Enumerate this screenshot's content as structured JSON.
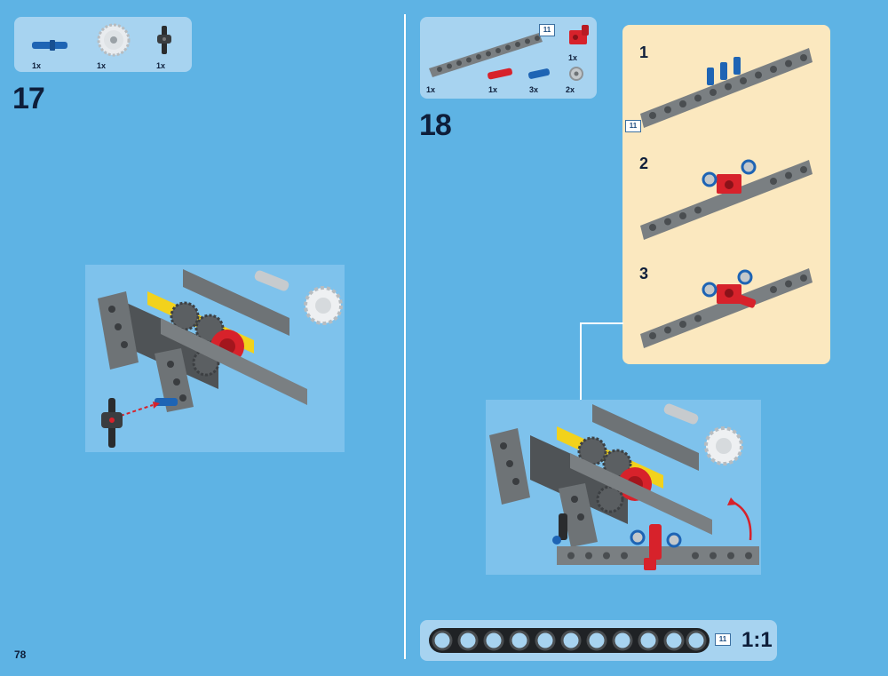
{
  "page": {
    "number": "78"
  },
  "step17": {
    "number": "17",
    "parts": [
      {
        "name": "blue axle pin",
        "qty": "1x",
        "icon": "blue-pin-icon"
      },
      {
        "name": "white gear",
        "qty": "1x",
        "icon": "white-gear-icon"
      },
      {
        "name": "black connector",
        "qty": "1x",
        "icon": "black-connector-icon"
      }
    ]
  },
  "step18": {
    "number": "18",
    "parts_badge": "11",
    "parts": [
      {
        "name": "grey beam",
        "qty": "1x",
        "icon": "grey-beam-icon"
      },
      {
        "name": "red axle pin",
        "qty": "1x",
        "icon": "red-pin-icon"
      },
      {
        "name": "blue pin",
        "qty": "3x",
        "icon": "blue-pin-icon"
      },
      {
        "name": "light bush",
        "qty": "2x",
        "icon": "bush-icon"
      },
      {
        "name": "red connector",
        "qty": "1x",
        "icon": "red-connector-icon"
      }
    ],
    "sub_panel": {
      "badge": "11",
      "steps": [
        "1",
        "2",
        "3"
      ]
    }
  },
  "scale": {
    "label": "1:1",
    "badge": "11",
    "holes": 11
  },
  "colors": {
    "background": "#5eb3e4",
    "panel": "#a7d3f0",
    "sub_panel": "#fbe8bf",
    "beam": "#7a7f82",
    "red": "#d7222b",
    "blue": "#1e64b4",
    "yellow": "#f2d21c"
  }
}
